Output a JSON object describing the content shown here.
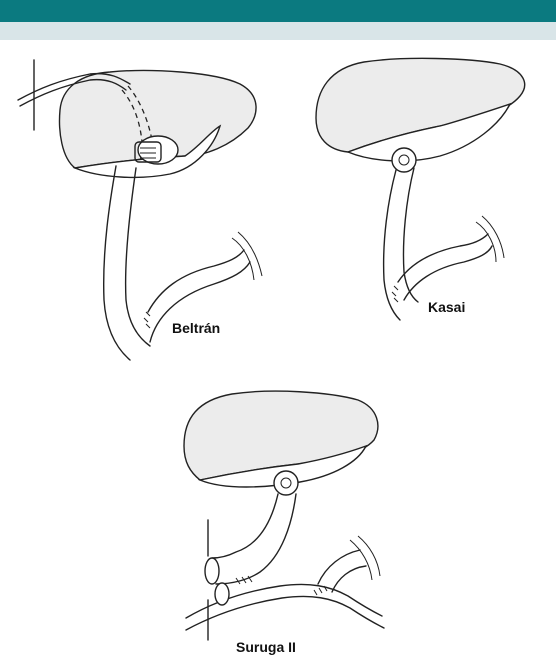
{
  "header": {
    "bar_color": "#0b7a80",
    "subbar_color": "#d9e5e8"
  },
  "panels": {
    "beltran": {
      "label": "Beltrán"
    },
    "kasai": {
      "label": "Kasai"
    },
    "suruga": {
      "label": "Suruga II"
    }
  }
}
